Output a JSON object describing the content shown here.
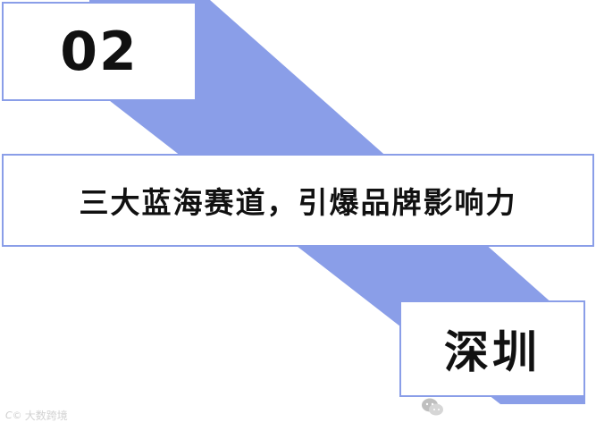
{
  "number": "02",
  "title": "三大蓝海赛道，引爆品牌影响力",
  "city": "深圳",
  "watermark": {
    "logo": "C©",
    "text": "大数跨境"
  },
  "colors": {
    "stripe": "#8a9ee8",
    "text": "#111111",
    "box_border": "#8a9ee8",
    "background": "#ffffff"
  },
  "icons": {
    "wechat": "wechat-icon"
  }
}
